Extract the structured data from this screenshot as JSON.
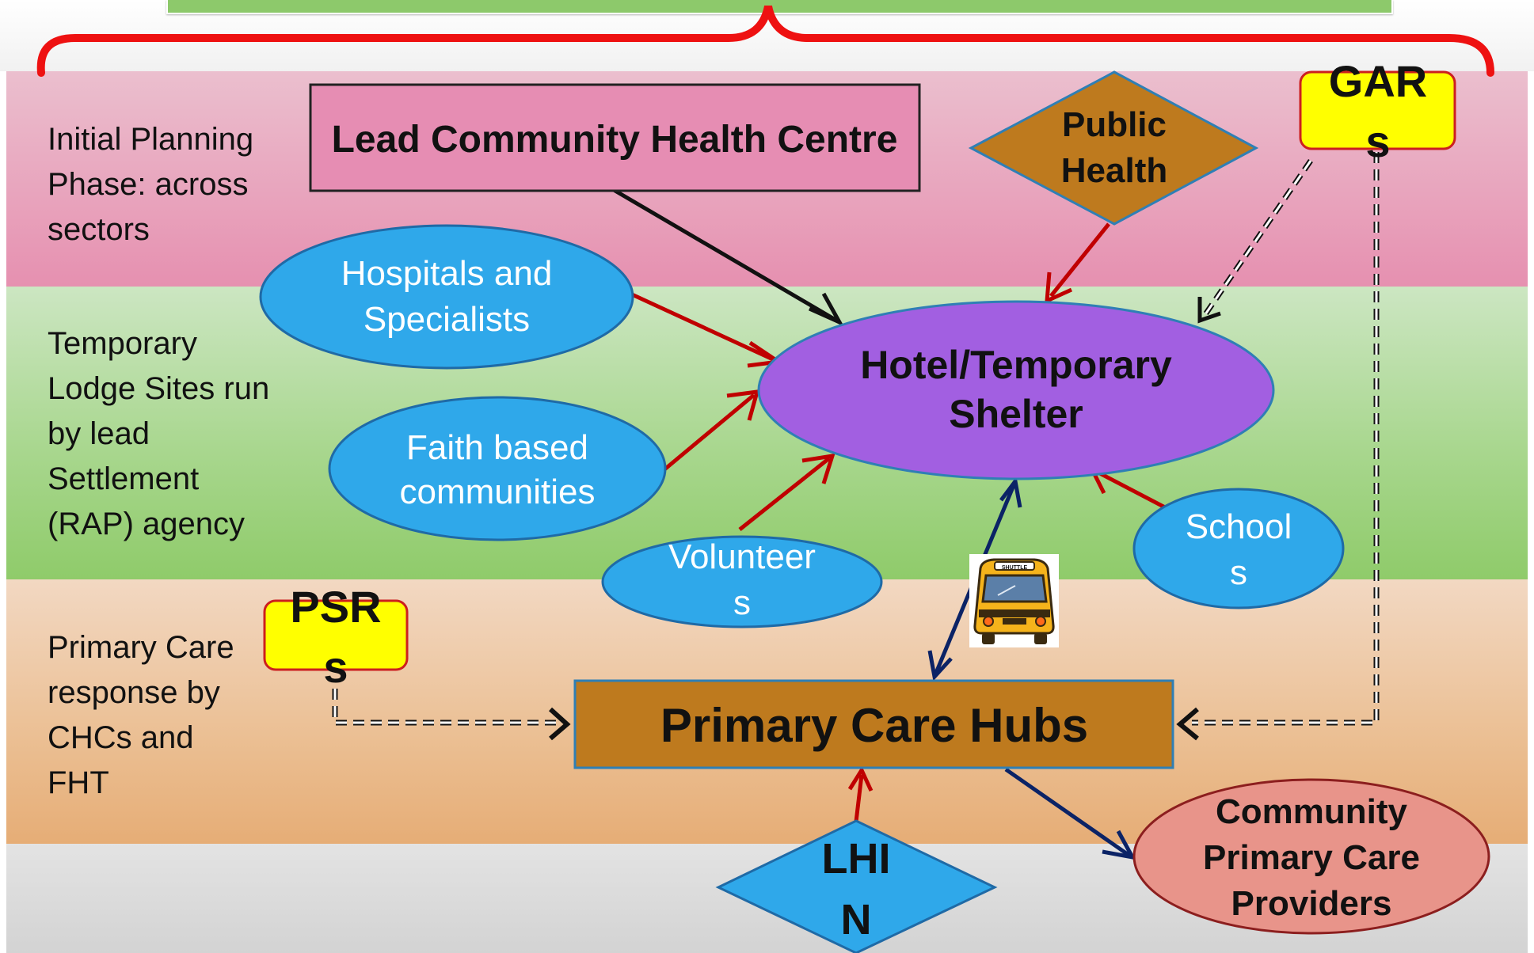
{
  "phases": {
    "initial_planning": "Initial Planning\nPhase: across\nsectors",
    "temporary_lodge": "Temporary\nLodge Sites run\nby lead\nSettlement\n(RAP) agency",
    "primary_care": "Primary Care\nresponse by\nCHCs and\nFHT"
  },
  "nodes": {
    "lead_chc": "Lead Community Health Centre",
    "public_health": [
      "Public",
      "Health"
    ],
    "gars": [
      "GAR",
      "s"
    ],
    "hospitals": [
      "Hospitals and",
      "Specialists"
    ],
    "faith": [
      "Faith based",
      "communities"
    ],
    "volunteers": [
      "Volunteer",
      "s"
    ],
    "hotel": [
      "Hotel/Temporary",
      "Shelter"
    ],
    "schools": [
      "School",
      "s"
    ],
    "psrs": [
      "PSR",
      "s"
    ],
    "primary_care_hubs": "Primary Care Hubs",
    "lhin": [
      "LHI",
      "N"
    ],
    "community_providers": [
      "Community",
      "Primary Care",
      "Providers"
    ],
    "shuttle_sign": "SHUTTLE"
  },
  "colors": {
    "red_arrow": "#c00000",
    "navy_arrow": "#0b2366",
    "brace": "#ee1111",
    "hotel": "#a25fe1",
    "blue_oval": "#2fa8ea",
    "brown": "#be7a1e",
    "yellow": "#ffff00",
    "pink_box": "#e68db3",
    "salmon": "#e8948a"
  }
}
